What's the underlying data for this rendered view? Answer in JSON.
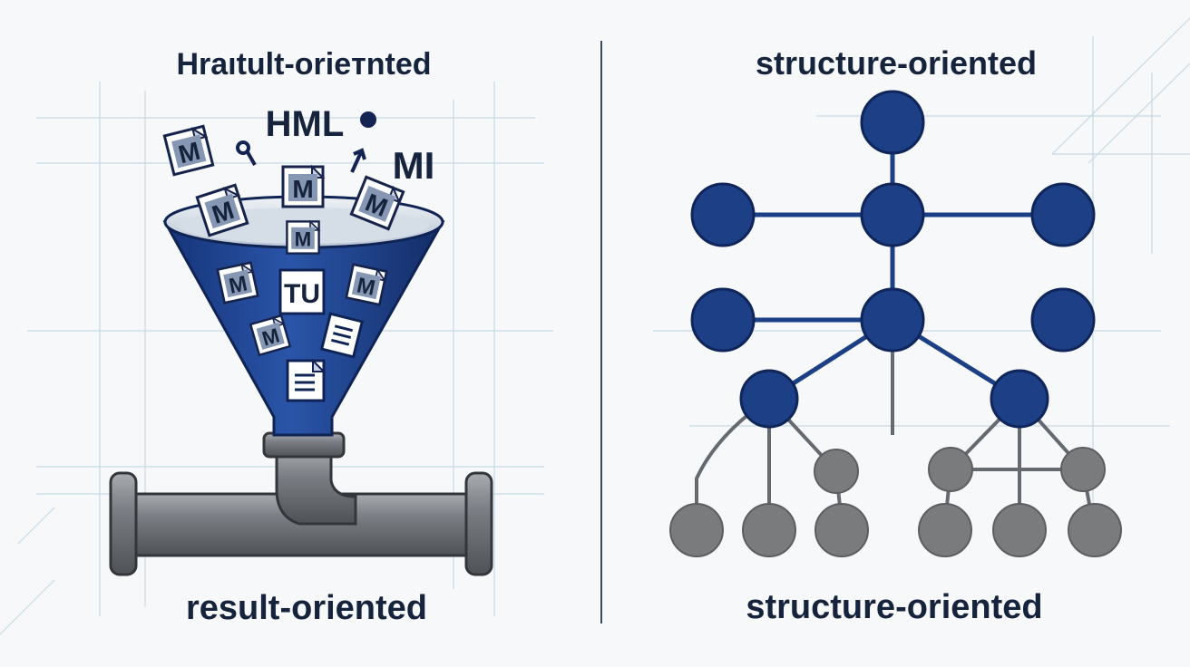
{
  "left_panel": {
    "title": "Hraıtult-orieтnted",
    "caption": "result-oriented",
    "floating_text": [
      "HML",
      "MI"
    ],
    "doc_icon_letter": "M",
    "tu_label": "TU"
  },
  "right_panel": {
    "title": "structure-oriented",
    "caption": "structure-oriented"
  },
  "colors": {
    "navy": "#1c3f86",
    "navy_dark": "#10265a",
    "gray_node": "#7a7b7d",
    "pipe": "#6f7276",
    "background": "#f6f8f9",
    "grid": "#c7d9e6"
  }
}
